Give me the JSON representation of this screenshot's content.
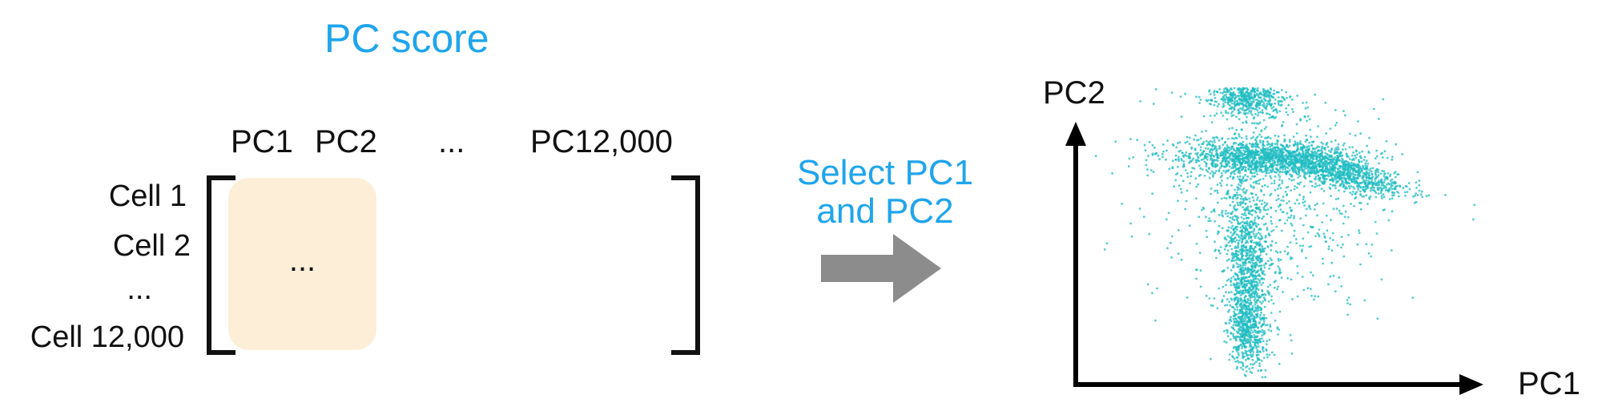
{
  "title": "PC score",
  "matrix": {
    "columns": [
      "PC1",
      "PC2",
      "...",
      "PC12,000"
    ],
    "rows": [
      "Cell 1",
      "Cell 2",
      "...",
      "Cell 12,000"
    ],
    "cell_ellipsis": "..."
  },
  "arrow": {
    "label_line1": "Select PC1",
    "label_line2": "and PC2"
  },
  "plot": {
    "xlabel": "PC1",
    "ylabel": "PC2",
    "point_color": "#1fbcc2"
  },
  "colors": {
    "accent": "#1fa5ec",
    "highlight": "#fdeed8",
    "arrow": "#8c8c8c"
  }
}
